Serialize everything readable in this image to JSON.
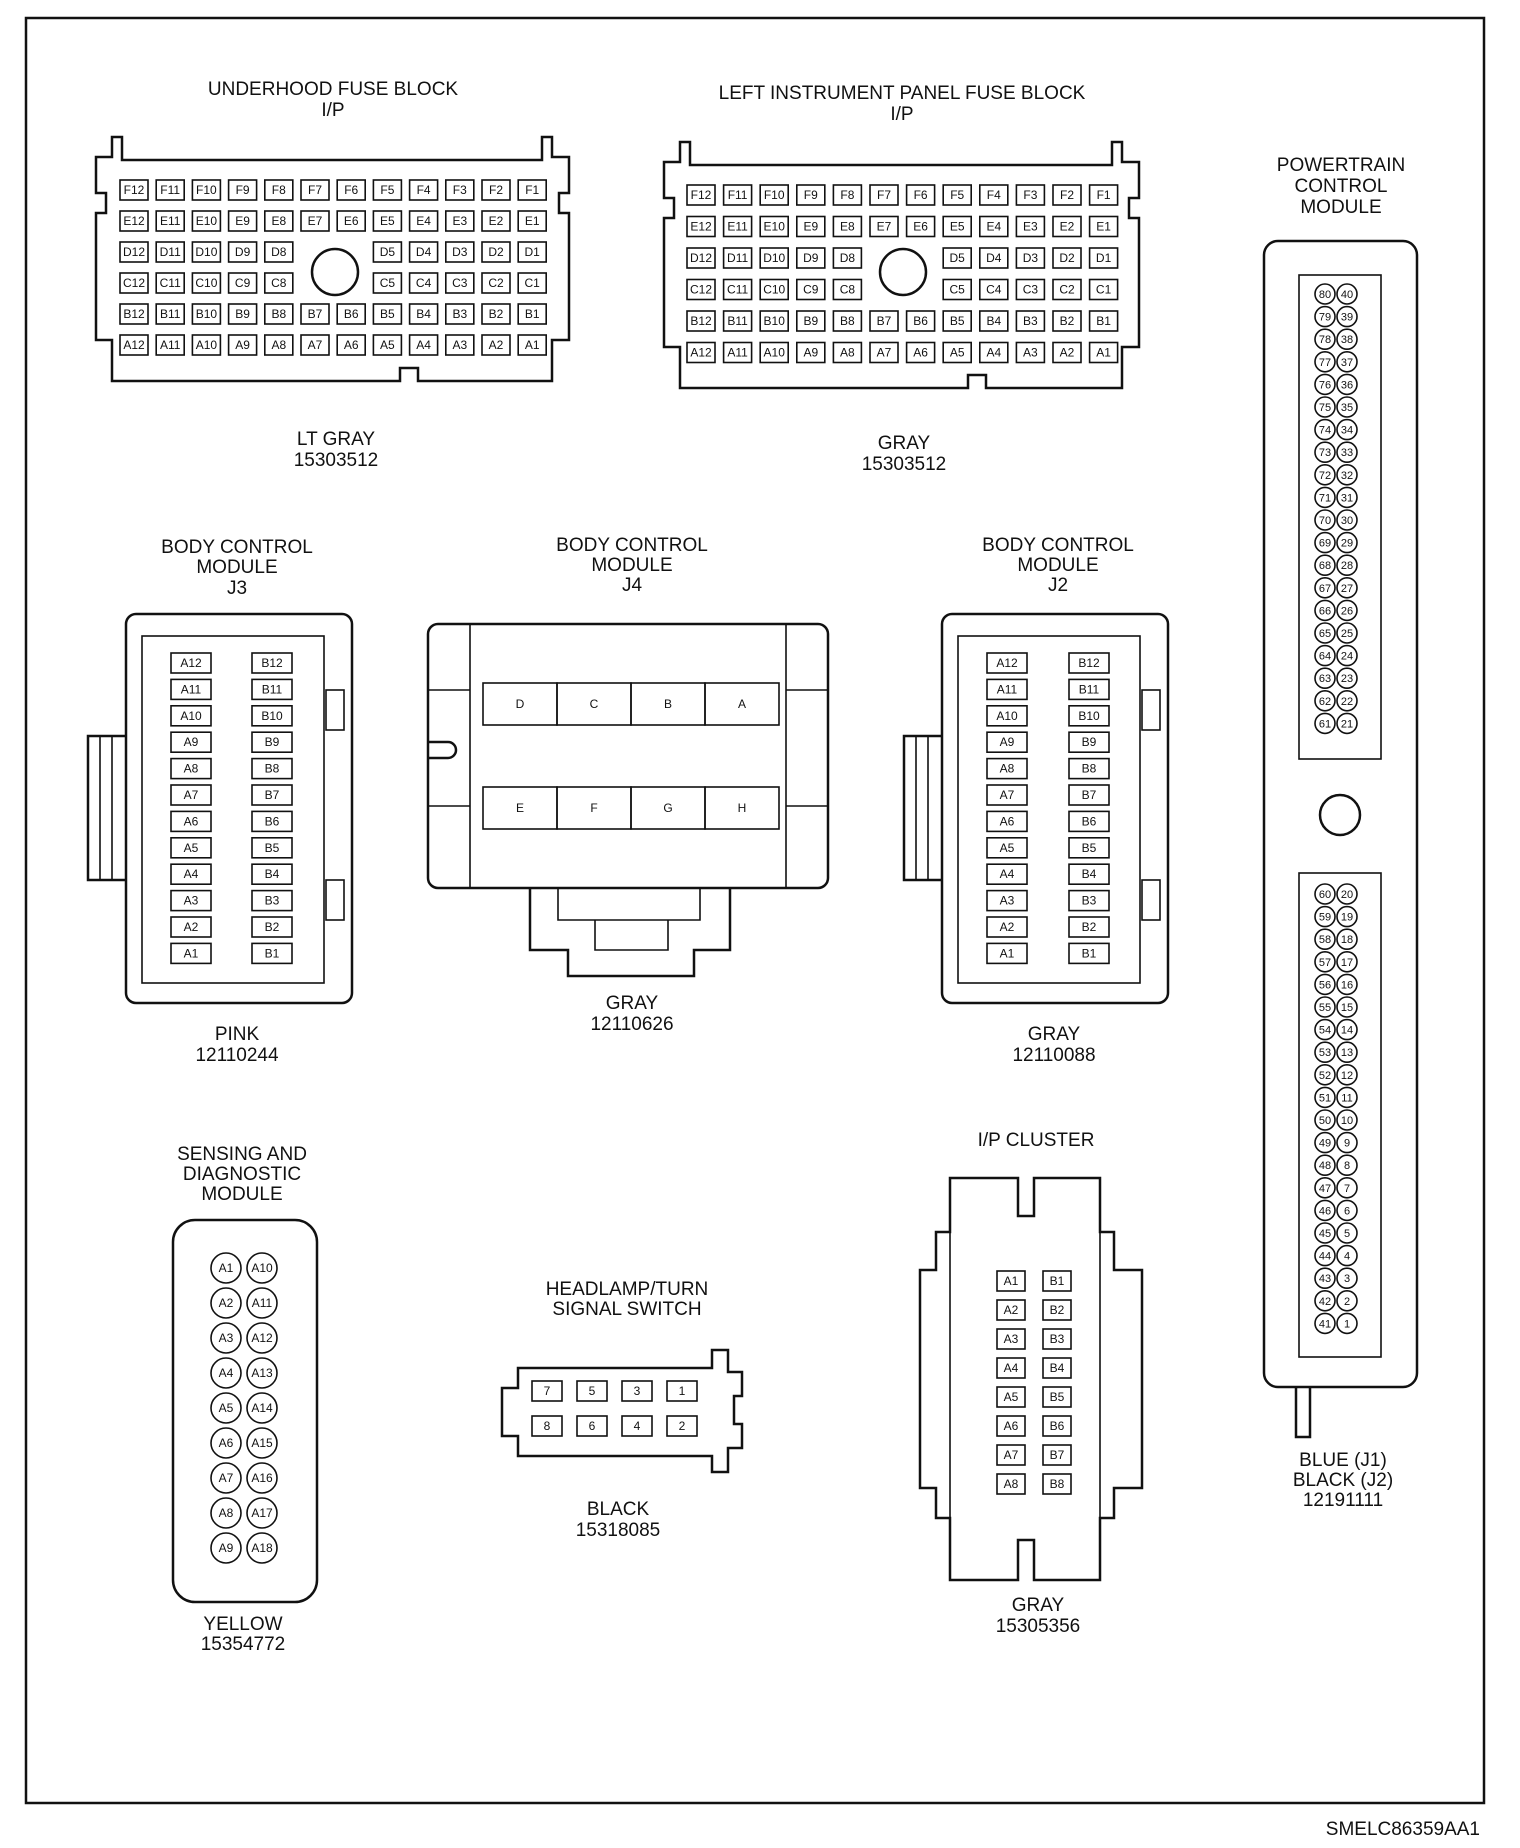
{
  "figure_code": "SMELC86359AA1",
  "connectors": {
    "underhood": {
      "title": [
        "UNDERHOOD FUSE BLOCK",
        "I/P"
      ],
      "color": "LT GRAY",
      "part_number": "15303512",
      "rows": [
        [
          "F12",
          "F11",
          "F10",
          "F9",
          "F8",
          "F7",
          "F6",
          "F5",
          "F4",
          "F3",
          "F2",
          "F1"
        ],
        [
          "E12",
          "E11",
          "E10",
          "E9",
          "E8",
          "E7",
          "E6",
          "E5",
          "E4",
          "E3",
          "E2",
          "E1"
        ],
        [
          "D12",
          "D11",
          "D10",
          "D9",
          "D8",
          "",
          "",
          "D5",
          "D4",
          "D3",
          "D2",
          "D1"
        ],
        [
          "C12",
          "C11",
          "C10",
          "C9",
          "C8",
          "",
          "",
          "C5",
          "C4",
          "C3",
          "C2",
          "C1"
        ],
        [
          "B12",
          "B11",
          "B10",
          "B9",
          "B8",
          "B7",
          "B6",
          "B5",
          "B4",
          "B3",
          "B2",
          "B1"
        ],
        [
          "A12",
          "A11",
          "A10",
          "A9",
          "A8",
          "A7",
          "A6",
          "A5",
          "A4",
          "A3",
          "A2",
          "A1"
        ]
      ]
    },
    "left_ip": {
      "title": [
        "LEFT INSTRUMENT PANEL FUSE BLOCK",
        "I/P"
      ],
      "color": "GRAY",
      "part_number": "15303512",
      "rows": [
        [
          "F12",
          "F11",
          "F10",
          "F9",
          "F8",
          "F7",
          "F6",
          "F5",
          "F4",
          "F3",
          "F2",
          "F1"
        ],
        [
          "E12",
          "E11",
          "E10",
          "E9",
          "E8",
          "E7",
          "E6",
          "E5",
          "E4",
          "E3",
          "E2",
          "E1"
        ],
        [
          "D12",
          "D11",
          "D10",
          "D9",
          "D8",
          "",
          "",
          "D5",
          "D4",
          "D3",
          "D2",
          "D1"
        ],
        [
          "C12",
          "C11",
          "C10",
          "C9",
          "C8",
          "",
          "",
          "C5",
          "C4",
          "C3",
          "C2",
          "C1"
        ],
        [
          "B12",
          "B11",
          "B10",
          "B9",
          "B8",
          "B7",
          "B6",
          "B5",
          "B4",
          "B3",
          "B2",
          "B1"
        ],
        [
          "A12",
          "A11",
          "A10",
          "A9",
          "A8",
          "A7",
          "A6",
          "A5",
          "A4",
          "A3",
          "A2",
          "A1"
        ]
      ]
    },
    "pcm": {
      "title": [
        "POWERTRAIN",
        "CONTROL",
        "MODULE"
      ],
      "color_lines": [
        "BLUE (J1)",
        "BLACK (J2)"
      ],
      "part_number": "12191111",
      "upper_pairs": [
        [
          "80",
          "40"
        ],
        [
          "79",
          "39"
        ],
        [
          "78",
          "38"
        ],
        [
          "77",
          "37"
        ],
        [
          "76",
          "36"
        ],
        [
          "75",
          "35"
        ],
        [
          "74",
          "34"
        ],
        [
          "73",
          "33"
        ],
        [
          "72",
          "32"
        ],
        [
          "71",
          "31"
        ],
        [
          "70",
          "30"
        ],
        [
          "69",
          "29"
        ],
        [
          "68",
          "28"
        ],
        [
          "67",
          "27"
        ],
        [
          "66",
          "26"
        ],
        [
          "65",
          "25"
        ],
        [
          "64",
          "24"
        ],
        [
          "63",
          "23"
        ],
        [
          "62",
          "22"
        ],
        [
          "61",
          "21"
        ]
      ],
      "lower_pairs": [
        [
          "60",
          "20"
        ],
        [
          "59",
          "19"
        ],
        [
          "58",
          "18"
        ],
        [
          "57",
          "17"
        ],
        [
          "56",
          "16"
        ],
        [
          "55",
          "15"
        ],
        [
          "54",
          "14"
        ],
        [
          "53",
          "13"
        ],
        [
          "52",
          "12"
        ],
        [
          "51",
          "11"
        ],
        [
          "50",
          "10"
        ],
        [
          "49",
          "9"
        ],
        [
          "48",
          "8"
        ],
        [
          "47",
          "7"
        ],
        [
          "46",
          "6"
        ],
        [
          "45",
          "5"
        ],
        [
          "44",
          "4"
        ],
        [
          "43",
          "3"
        ],
        [
          "42",
          "2"
        ],
        [
          "41",
          "1"
        ]
      ]
    },
    "bcm_j3": {
      "title": [
        "BODY CONTROL",
        "MODULE",
        "J3"
      ],
      "color": "PINK",
      "part_number": "12110244",
      "col_a": [
        "A12",
        "A11",
        "A10",
        "A9",
        "A8",
        "A7",
        "A6",
        "A5",
        "A4",
        "A3",
        "A2",
        "A1"
      ],
      "col_b": [
        "B12",
        "B11",
        "B10",
        "B9",
        "B8",
        "B7",
        "B6",
        "B5",
        "B4",
        "B3",
        "B2",
        "B1"
      ]
    },
    "bcm_j4": {
      "title": [
        "BODY CONTROL",
        "MODULE",
        "J4"
      ],
      "color": "GRAY",
      "part_number": "12110626",
      "top_row": [
        "D",
        "C",
        "B",
        "A"
      ],
      "bottom_row": [
        "E",
        "F",
        "G",
        "H"
      ]
    },
    "bcm_j2": {
      "title": [
        "BODY CONTROL",
        "MODULE",
        "J2"
      ],
      "color": "GRAY",
      "part_number": "12110088",
      "col_a": [
        "A12",
        "A11",
        "A10",
        "A9",
        "A8",
        "A7",
        "A6",
        "A5",
        "A4",
        "A3",
        "A2",
        "A1"
      ],
      "col_b": [
        "B12",
        "B11",
        "B10",
        "B9",
        "B8",
        "B7",
        "B6",
        "B5",
        "B4",
        "B3",
        "B2",
        "B1"
      ]
    },
    "sdm": {
      "title": [
        "SENSING AND",
        "DIAGNOSTIC",
        "MODULE"
      ],
      "color": "YELLOW",
      "part_number": "15354772",
      "col_a": [
        "A1",
        "A2",
        "A3",
        "A4",
        "A5",
        "A6",
        "A7",
        "A8",
        "A9"
      ],
      "col_b": [
        "A10",
        "A11",
        "A12",
        "A13",
        "A14",
        "A15",
        "A16",
        "A17",
        "A18"
      ]
    },
    "headlamp": {
      "title": [
        "HEADLAMP/TURN",
        "SIGNAL SWITCH"
      ],
      "color": "BLACK",
      "part_number": "15318085",
      "top_row": [
        "7",
        "5",
        "3",
        "1"
      ],
      "bottom_row": [
        "8",
        "6",
        "4",
        "2"
      ]
    },
    "ip_cluster": {
      "title": [
        "I/P CLUSTER"
      ],
      "color": "GRAY",
      "part_number": "15305356",
      "col_a": [
        "A1",
        "A2",
        "A3",
        "A4",
        "A5",
        "A6",
        "A7",
        "A8"
      ],
      "col_b": [
        "B1",
        "B2",
        "B3",
        "B4",
        "B5",
        "B6",
        "B7",
        "B8"
      ]
    }
  }
}
